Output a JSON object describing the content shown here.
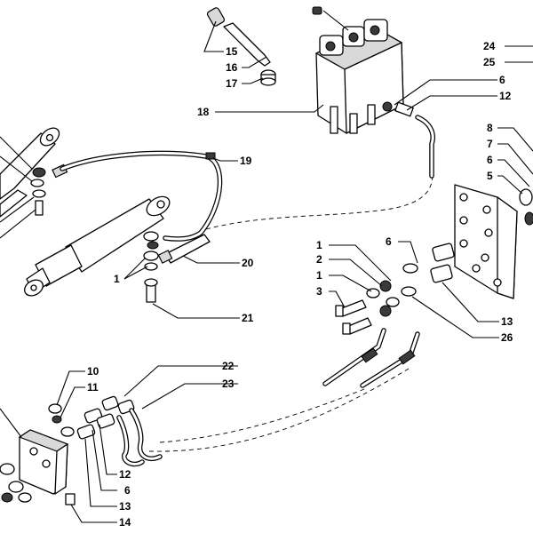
{
  "diagram": {
    "callouts": {
      "c24": "24",
      "c25": "25",
      "c6a": "6",
      "c12a": "12",
      "c15": "15",
      "c16": "16",
      "c17": "17",
      "c18": "18",
      "c19": "19",
      "c20": "20",
      "c21": "21",
      "c1a": "1",
      "c8": "8",
      "c7": "7",
      "c6b": "6",
      "c5": "5",
      "c1b": "1",
      "c2": "2",
      "c1c": "1",
      "c3": "3",
      "c6c": "6",
      "c13a": "13",
      "c26": "26",
      "c10": "10",
      "c11": "11",
      "c22": "22",
      "c23": "23",
      "c12b": "12",
      "c6d": "6",
      "c13b": "13",
      "c14": "14"
    }
  }
}
